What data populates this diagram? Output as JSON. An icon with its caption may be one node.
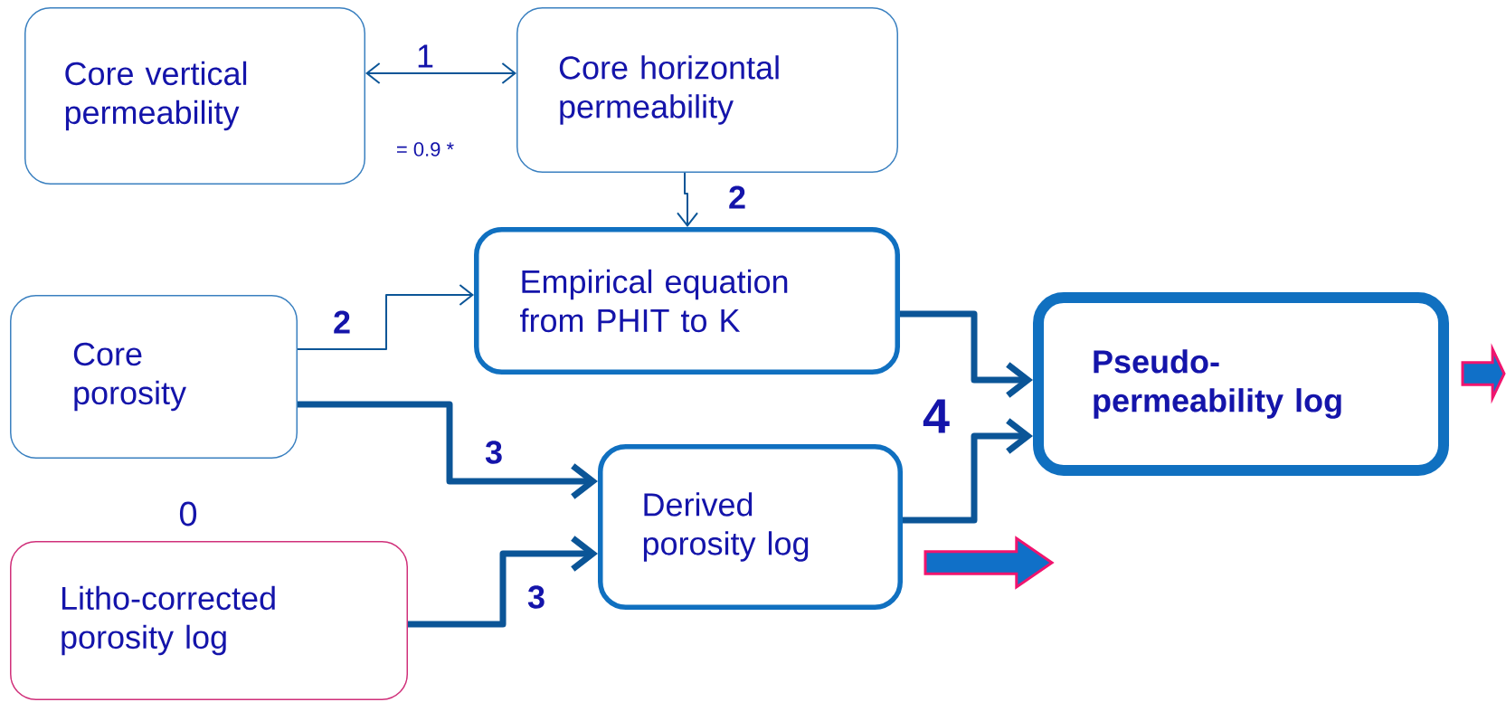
{
  "diagram": {
    "nodes": [
      {
        "text": [
          "Core vertical permeability"
        ]
      },
      {
        "text": [
          "Core horizontal permeability"
        ]
      },
      {
        "text": [
          "Core porosity"
        ]
      },
      {
        "text": [
          "Litho-corrected porosity log"
        ],
        "beside": [
          "0"
        ]
      },
      {
        "text": [
          "Empirical equation from PHIT to K"
        ]
      },
      {
        "text": [
          "Derived porosity log"
        ]
      },
      {
        "text": [
          "Pseudo-permeability log"
        ]
      }
    ],
    "edges": [
      {
        "from": 0,
        "to": 1,
        "arrow": "both",
        "label": "1"
      },
      {
        "from": 1,
        "to": 4,
        "arrow": "to",
        "label": "2"
      },
      {
        "from": 2,
        "to": 4,
        "arrow": "to",
        "label": "2"
      },
      {
        "from": 2,
        "to": 5,
        "arrow": "to",
        "label": "3"
      },
      {
        "from": 3,
        "to": 5,
        "arrow": "to",
        "label": "3"
      },
      {
        "from": 4,
        "to": 6,
        "arrow": "to",
        "label": "4"
      },
      {
        "from": 5,
        "to": 6,
        "arrow": "to"
      }
    ],
    "labels": [
      "= 0.9 *"
    ]
  }
}
